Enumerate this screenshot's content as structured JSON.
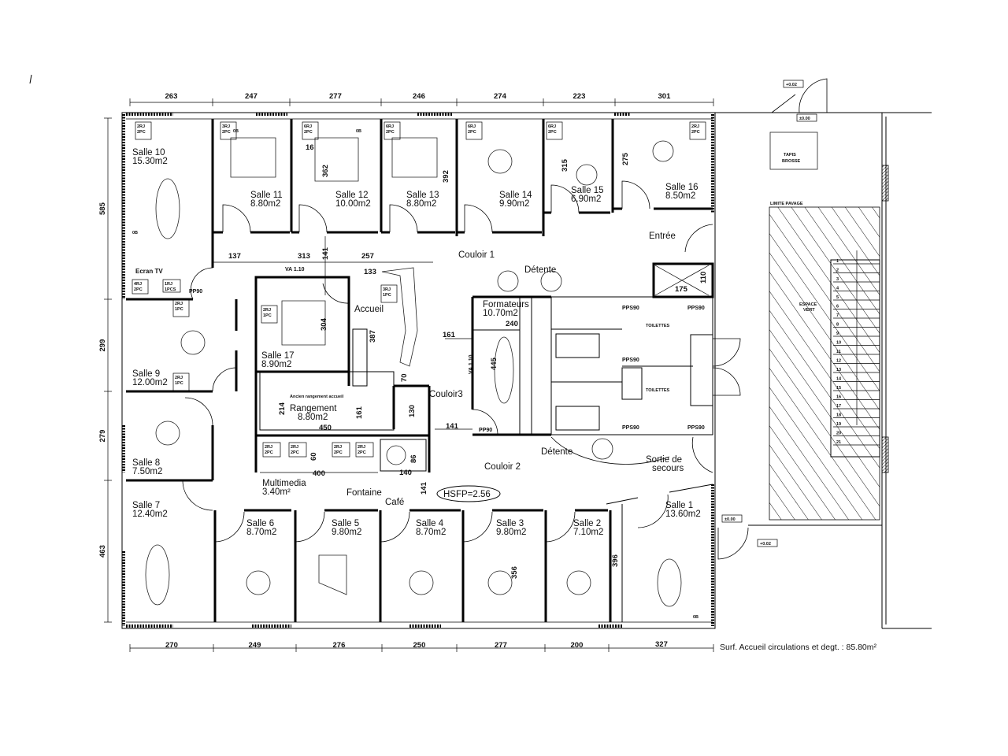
{
  "rooms": [
    {
      "name": "Salle 10",
      "area": "15.30m2"
    },
    {
      "name": "Salle 11",
      "area": "8.80m2"
    },
    {
      "name": "Salle 12",
      "area": "10.00m2"
    },
    {
      "name": "Salle 13",
      "area": "8.80m2"
    },
    {
      "name": "Salle 14",
      "area": "9.90m2"
    },
    {
      "name": "Salle 15",
      "area": "6.90m2"
    },
    {
      "name": "Salle 16",
      "area": "8.50m2"
    },
    {
      "name": "Salle 17",
      "area": "8.90m2"
    },
    {
      "name": "Salle 9",
      "area": "12.00m2"
    },
    {
      "name": "Salle 8",
      "area": "7.50m2"
    },
    {
      "name": "Salle 7",
      "area": "12.40m2"
    },
    {
      "name": "Salle 6",
      "area": "8.70m2"
    },
    {
      "name": "Salle 5",
      "area": "9.80m2"
    },
    {
      "name": "Salle 4",
      "area": "8.70m2"
    },
    {
      "name": "Salle 3",
      "area": "9.80m2"
    },
    {
      "name": "Salle 2",
      "area": "7.10m2"
    },
    {
      "name": "Salle 1",
      "area": "13.60m2"
    },
    {
      "name": "Rangement",
      "area": "8.80m2"
    },
    {
      "name": "Multimedia",
      "area": "3.40m²"
    },
    {
      "name": "Formateurs",
      "area": "10.70m2"
    }
  ],
  "labels": {
    "couloir1": "Couloir 1",
    "couloir2": "Couloir 2",
    "couloir3": "Couloir3",
    "detente1": "Détente",
    "detente2": "Détente",
    "accueil": "Accueil",
    "entree": "Entrée",
    "sortie1": "Sortie de",
    "sortie2": "secours",
    "fontaine": "Fontaine",
    "cafe": "Café",
    "hsfp": "HSFP=2.56",
    "ecran": "Ecran TV",
    "va1": "VA 1.10",
    "va2": "VA 1.10",
    "pp90": "PP90",
    "pps90": "PPS90",
    "ancien": "Ancien rangement accueil",
    "rj": [
      "2RJ",
      "3RJ",
      "6RJ",
      "4RJ",
      "1RJ"
    ],
    "pc": [
      "2PC",
      "1PC",
      "1PCS"
    ],
    "ob": "0B",
    "toilets": "TOILETTES",
    "tapis1": "TAPIS",
    "tapis2": "BROSSE",
    "limite": "LIMITE PAVAGE",
    "espace1": "ESPACE",
    "espace2": "VERT",
    "lvl_top1": "+0.02",
    "lvl_top2": "±0.00",
    "lvl_bot1": "±0.00",
    "lvl_bot2": "+0.02",
    "surface": "Surf. Accueil circulations et degt. : 85.80m²"
  },
  "dimensions": {
    "top": [
      "263",
      "247",
      "277",
      "246",
      "274",
      "223",
      "301"
    ],
    "bottom": [
      "270",
      "249",
      "276",
      "250",
      "277",
      "200",
      "327"
    ],
    "left": [
      "585",
      "299",
      "279",
      "463"
    ],
    "interior": [
      "137",
      "313",
      "141",
      "257",
      "133",
      "362",
      "392",
      "315",
      "275",
      "304",
      "387",
      "70",
      "214",
      "161",
      "450",
      "130",
      "86",
      "60",
      "400",
      "140",
      "141",
      "161",
      "141",
      "240",
      "445",
      "175",
      "110",
      "356",
      "396",
      "16"
    ]
  },
  "stairs": [
    "1",
    "2",
    "3",
    "4",
    "5",
    "6",
    "7",
    "8",
    "9",
    "10",
    "11",
    "12",
    "13",
    "14",
    "15",
    "16",
    "17",
    "18",
    "19",
    "20",
    "21"
  ]
}
